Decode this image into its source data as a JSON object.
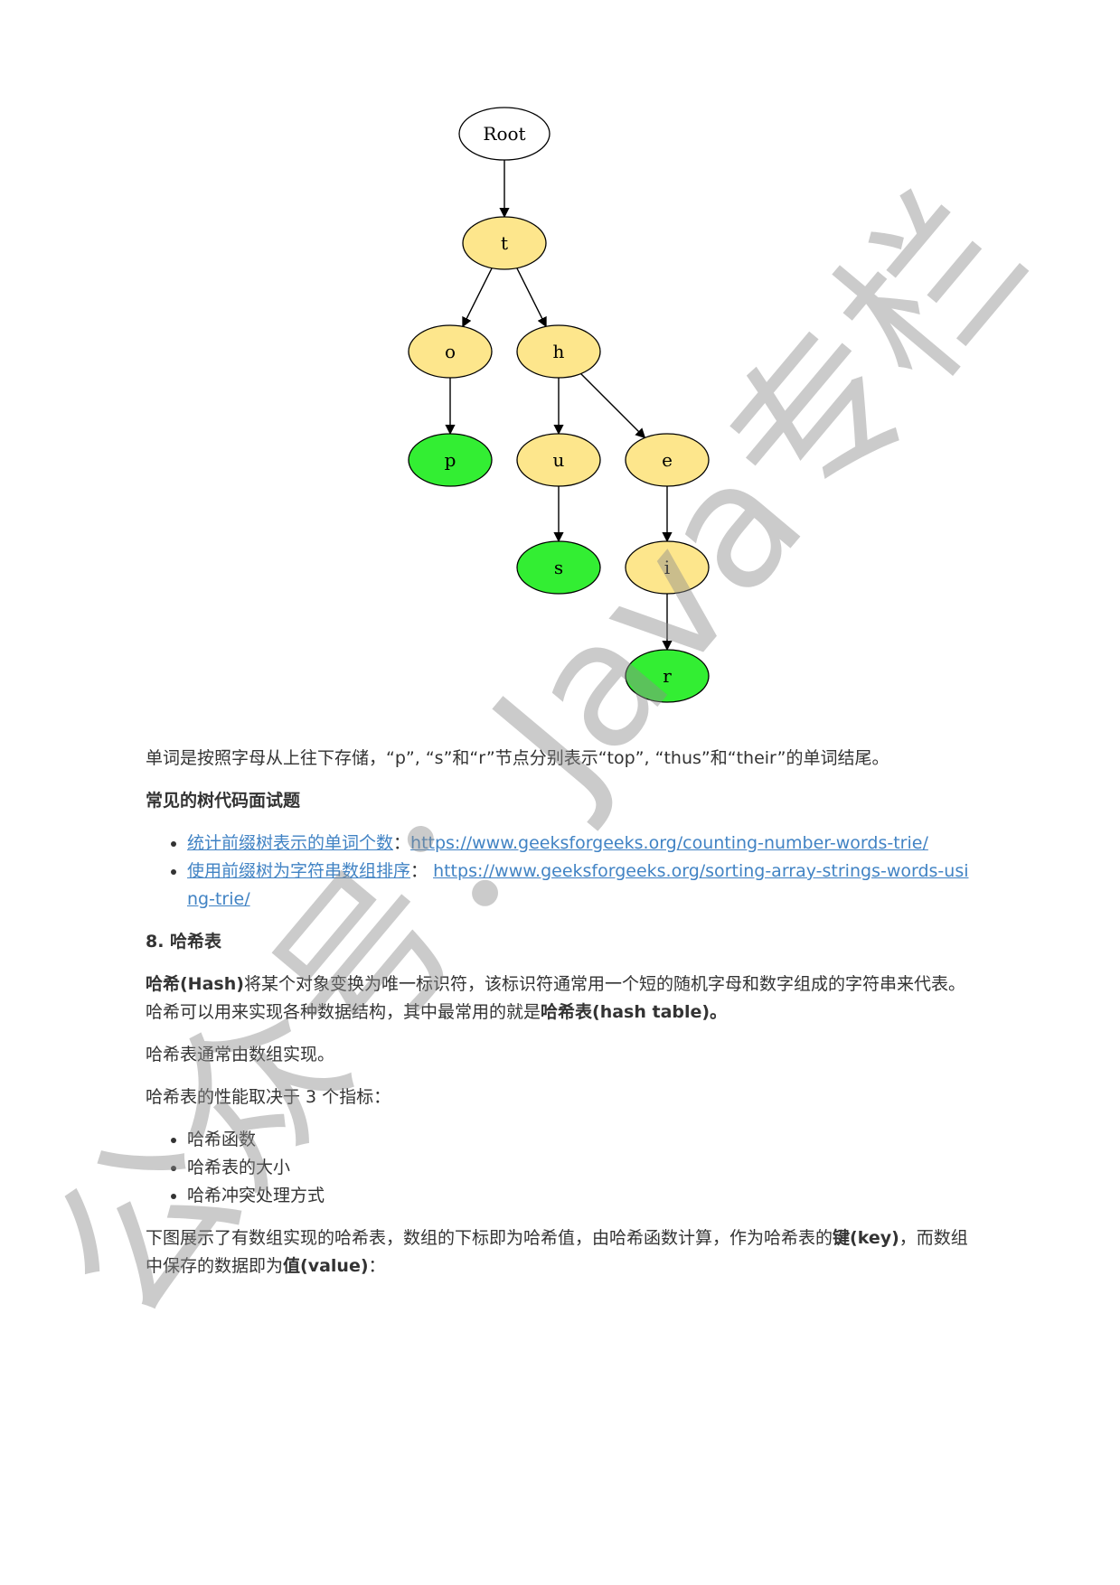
{
  "diagram": {
    "nodes": [
      {
        "id": "root",
        "label": "Root",
        "type": "root"
      },
      {
        "id": "t",
        "label": "t",
        "type": "inner"
      },
      {
        "id": "o",
        "label": "o",
        "type": "inner"
      },
      {
        "id": "h",
        "label": "h",
        "type": "inner"
      },
      {
        "id": "p",
        "label": "p",
        "type": "terminal"
      },
      {
        "id": "u",
        "label": "u",
        "type": "inner"
      },
      {
        "id": "e",
        "label": "e",
        "type": "inner"
      },
      {
        "id": "s",
        "label": "s",
        "type": "terminal"
      },
      {
        "id": "i",
        "label": "i",
        "type": "inner"
      },
      {
        "id": "r",
        "label": "r",
        "type": "terminal"
      }
    ],
    "edges": [
      [
        "root",
        "t"
      ],
      [
        "t",
        "o"
      ],
      [
        "t",
        "h"
      ],
      [
        "o",
        "p"
      ],
      [
        "h",
        "u"
      ],
      [
        "h",
        "e"
      ],
      [
        "u",
        "s"
      ],
      [
        "e",
        "i"
      ],
      [
        "i",
        "r"
      ]
    ],
    "colors": {
      "root": "#ffffff",
      "inner": "#fde68c",
      "terminal": "#33ee33",
      "stroke": "#000000"
    }
  },
  "caption": "单词是按照字母从上往下存储，“p”, “s”和“r”节点分别表示“top”, “thus”和“their”的单词结尾。",
  "interview_heading": "常见的树代码面试题",
  "interview_links": [
    {
      "title": "统计前缀树表示的单词个数",
      "sep": "：",
      "url": "https://www.geeksforgeeks.org/counting-number-words-trie/"
    },
    {
      "title": "使用前缀树为字符串数组排序",
      "sep": "： ",
      "url": "https://www.geeksforgeeks.org/sorting-array-strings-words-using-trie/"
    }
  ],
  "section_heading": "8. 哈希表",
  "hash_intro": {
    "term": "哈希(Hash)",
    "text1": "将某个对象变换为唯一标识符，该标识符通常用一个短的随机字母和数字组成的字符串来代表。哈希可以用来实现各种数据结构，其中最常用的就是",
    "term2": "哈希表(hash table)",
    "end": "。"
  },
  "hash_array": "哈希表通常由数组实现。",
  "hash_perf": "哈希表的性能取决于 3 个指标：",
  "hash_factors": [
    "哈希函数",
    "哈希表的大小",
    "哈希冲突处理方式"
  ],
  "hash_figure": {
    "text1": "下图展示了有数组实现的哈希表，数组的下标即为哈希值，由哈希函数计算，作为哈希表的",
    "key_term": "键(key)",
    "text2": "，而数组中保存的数据即为",
    "value_term": "值(value)",
    "end": "："
  },
  "watermark": "公众号：Java专栏"
}
